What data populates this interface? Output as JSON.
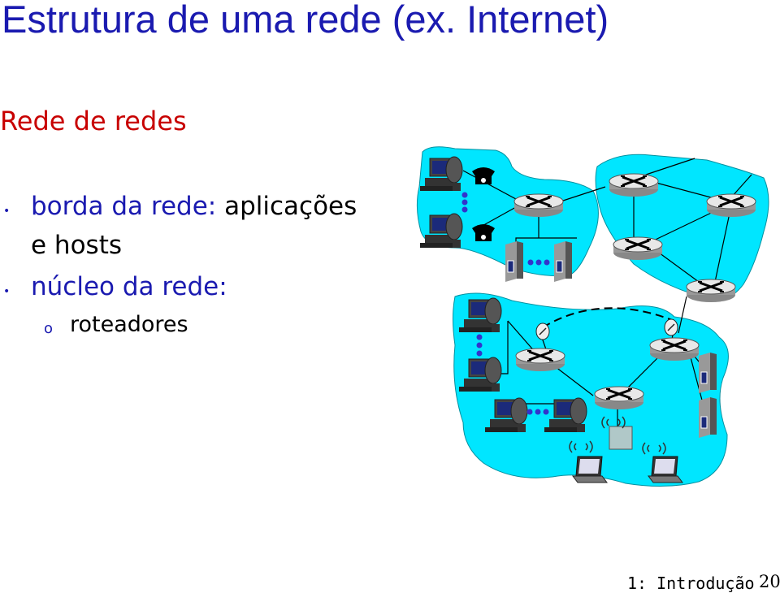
{
  "slide": {
    "title": "Estrutura de uma rede (ex. Internet)",
    "subtitle": "Rede de redes",
    "bullets": [
      {
        "text_part1": "borda da rede: ",
        "text_part2": "aplicações",
        "text_cont": "e hosts"
      },
      {
        "text": "núcleo da rede:"
      }
    ],
    "sub_bullets": [
      "roteadores"
    ],
    "footer": {
      "label": "1: Introdução",
      "page": "20"
    }
  },
  "colors": {
    "title": "#1a1ab0",
    "subtitle": "#c80000",
    "network_fill": "#00e6ff"
  },
  "icons": [
    "desktop-computer-icon",
    "telephone-icon",
    "router-icon",
    "server-icon",
    "laptop-icon",
    "satellite-dish-icon",
    "wireless-signal-icon",
    "base-station-icon"
  ]
}
